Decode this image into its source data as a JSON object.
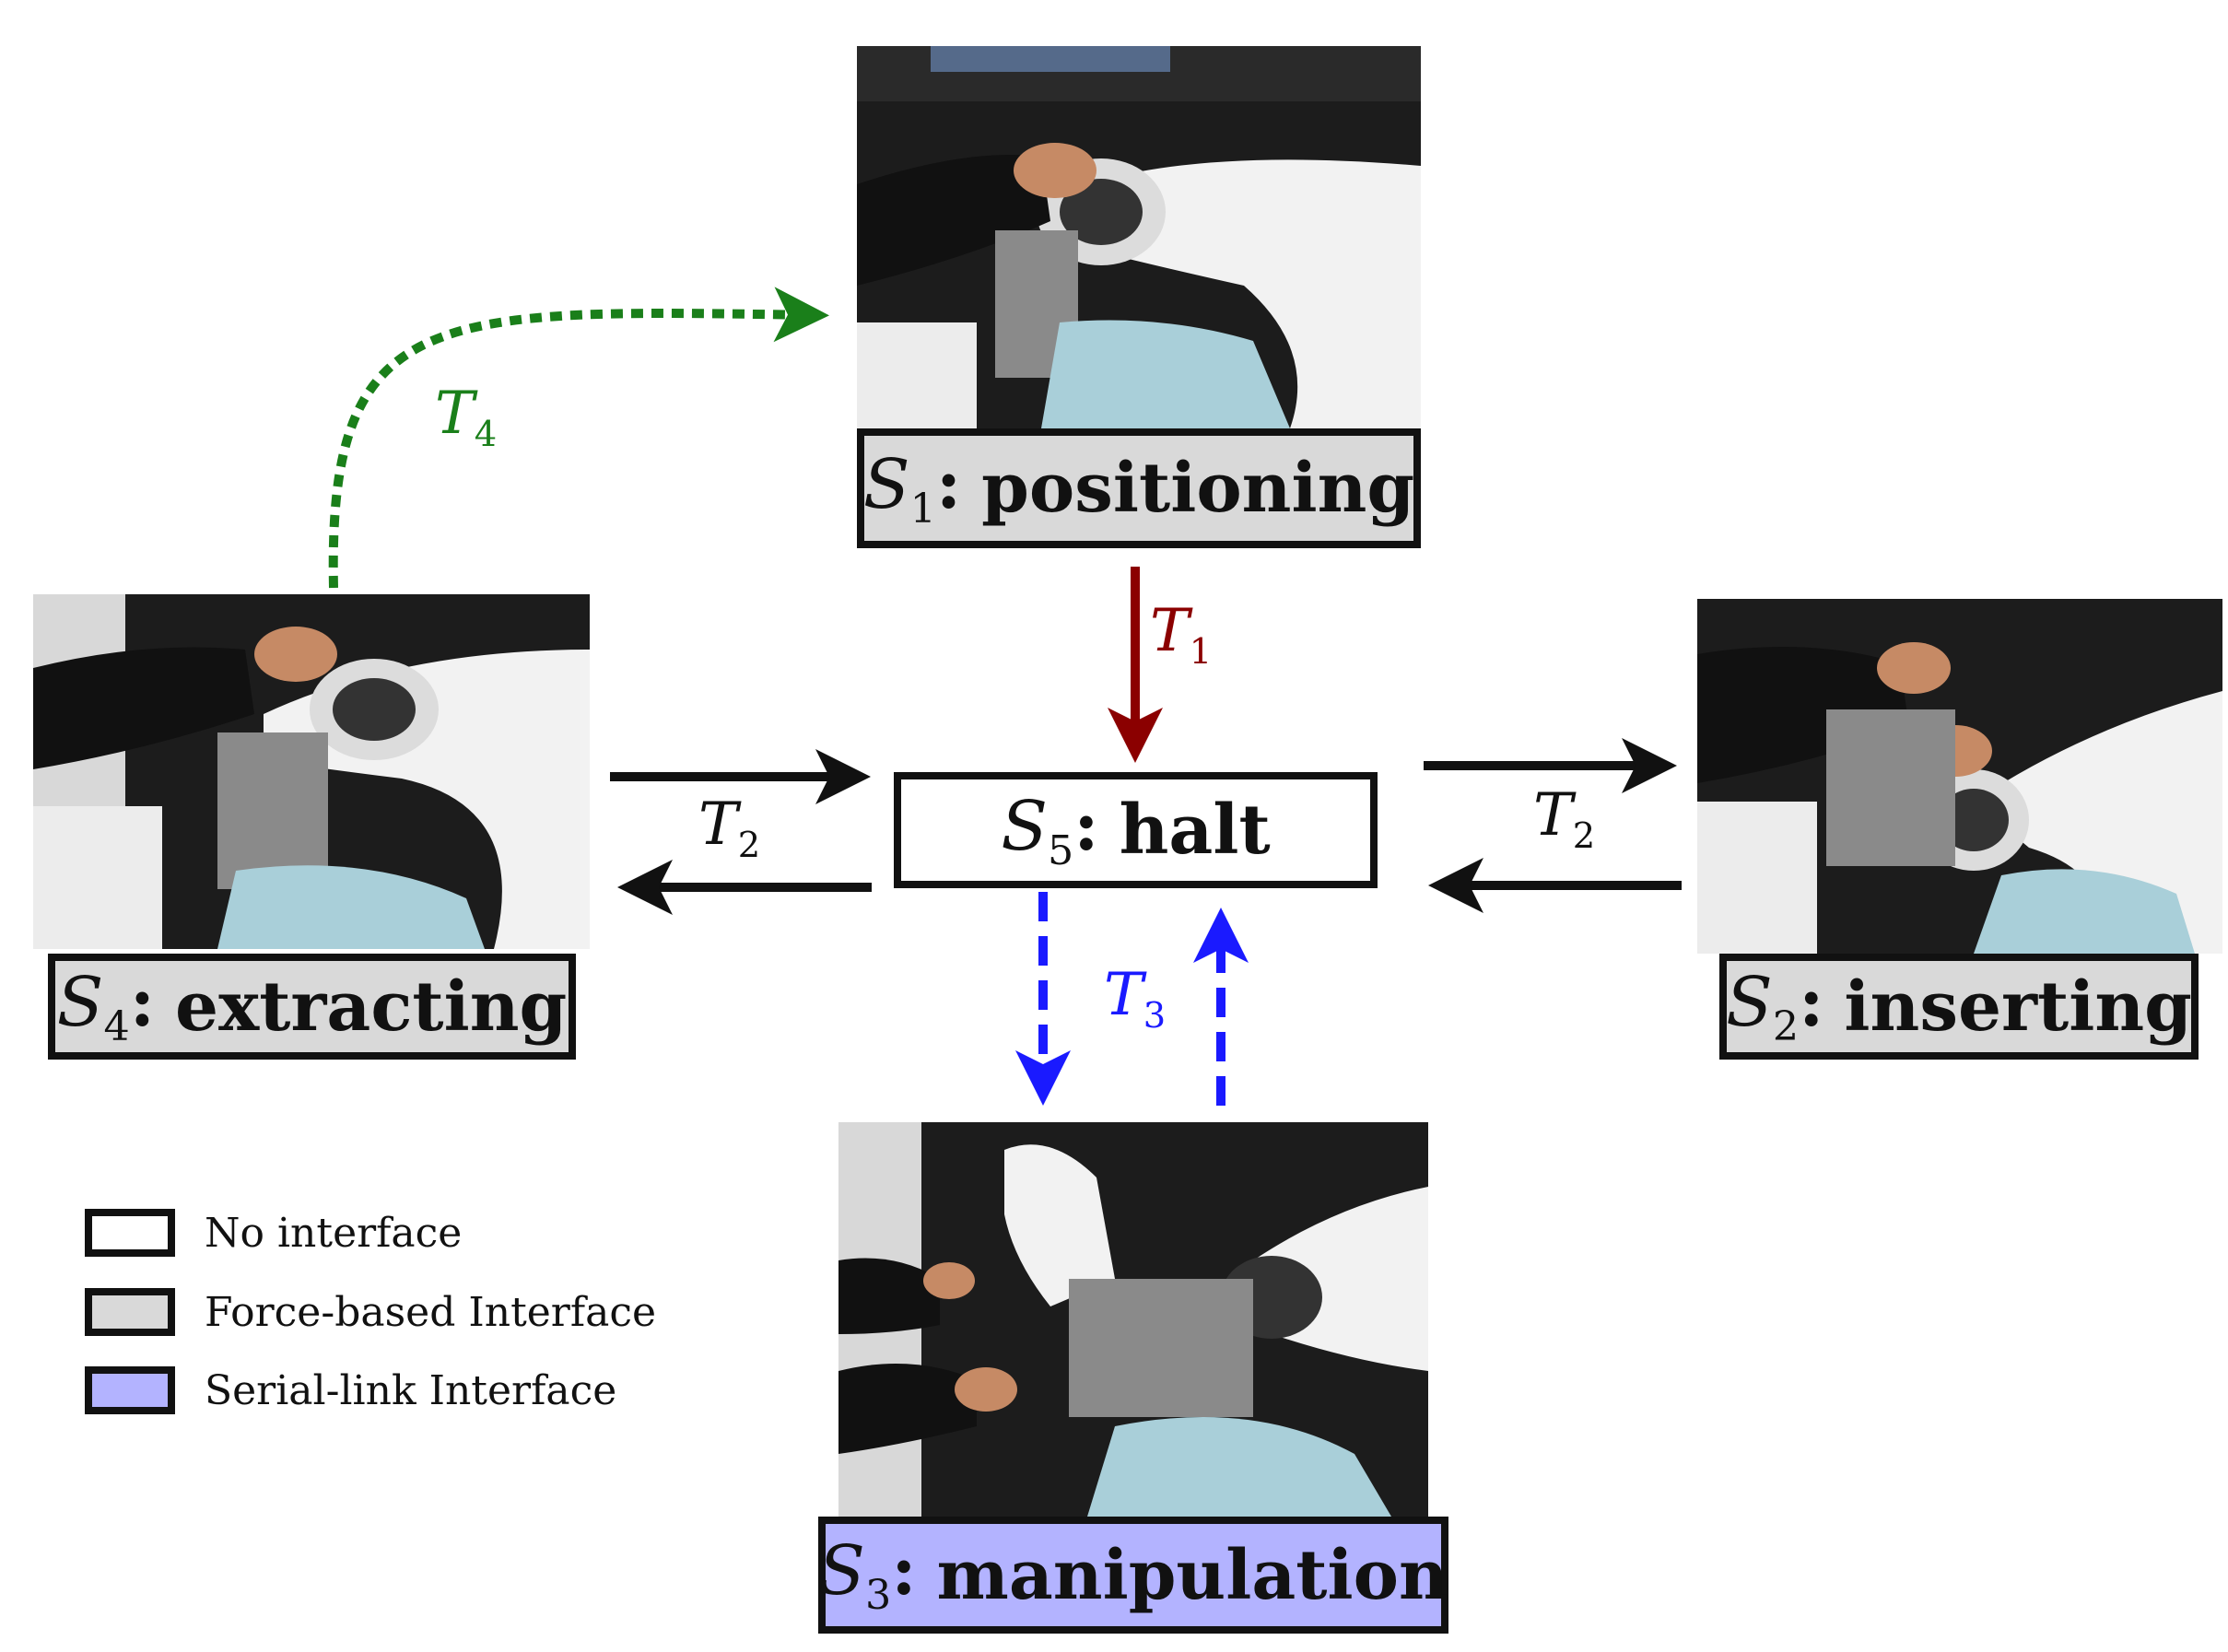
{
  "colors": {
    "no_interface": "#ffffff",
    "force_based": "#d9d9d9",
    "serial_link": "#b3b3ff",
    "t1": "#8b0000",
    "t2": "#111111",
    "t3": "#1a1aff",
    "t4": "#1a7f1a"
  },
  "states": {
    "s1": {
      "sym": "S",
      "sub": "1",
      "sep": ":",
      "label": "positioning"
    },
    "s2": {
      "sym": "S",
      "sub": "2",
      "sep": ":",
      "label": "inserting"
    },
    "s3": {
      "sym": "S",
      "sub": "3",
      "sep": ":",
      "label": "manipulation"
    },
    "s4": {
      "sym": "S",
      "sub": "4",
      "sep": ":",
      "label": "extracting"
    },
    "s5": {
      "sym": "S",
      "sub": "5",
      "sep": ":",
      "label": "halt"
    }
  },
  "transitions": {
    "t1": {
      "sym": "T",
      "sub": "1"
    },
    "t2_left": {
      "sym": "T",
      "sub": "2"
    },
    "t2_right": {
      "sym": "T",
      "sub": "2"
    },
    "t3": {
      "sym": "T",
      "sub": "3"
    },
    "t4": {
      "sym": "T",
      "sub": "4"
    }
  },
  "legend": [
    {
      "label": "No interface",
      "color": "#ffffff"
    },
    {
      "label": "Force-based Interface",
      "color": "#d9d9d9"
    },
    {
      "label": "Serial-link Interface",
      "color": "#b3b3ff"
    }
  ],
  "photos": {
    "s1": "robot-arm-positioning-photo",
    "s2": "robot-arm-inserting-photo",
    "s3": "robot-manipulation-photo",
    "s4": "robot-arm-extracting-photo"
  }
}
